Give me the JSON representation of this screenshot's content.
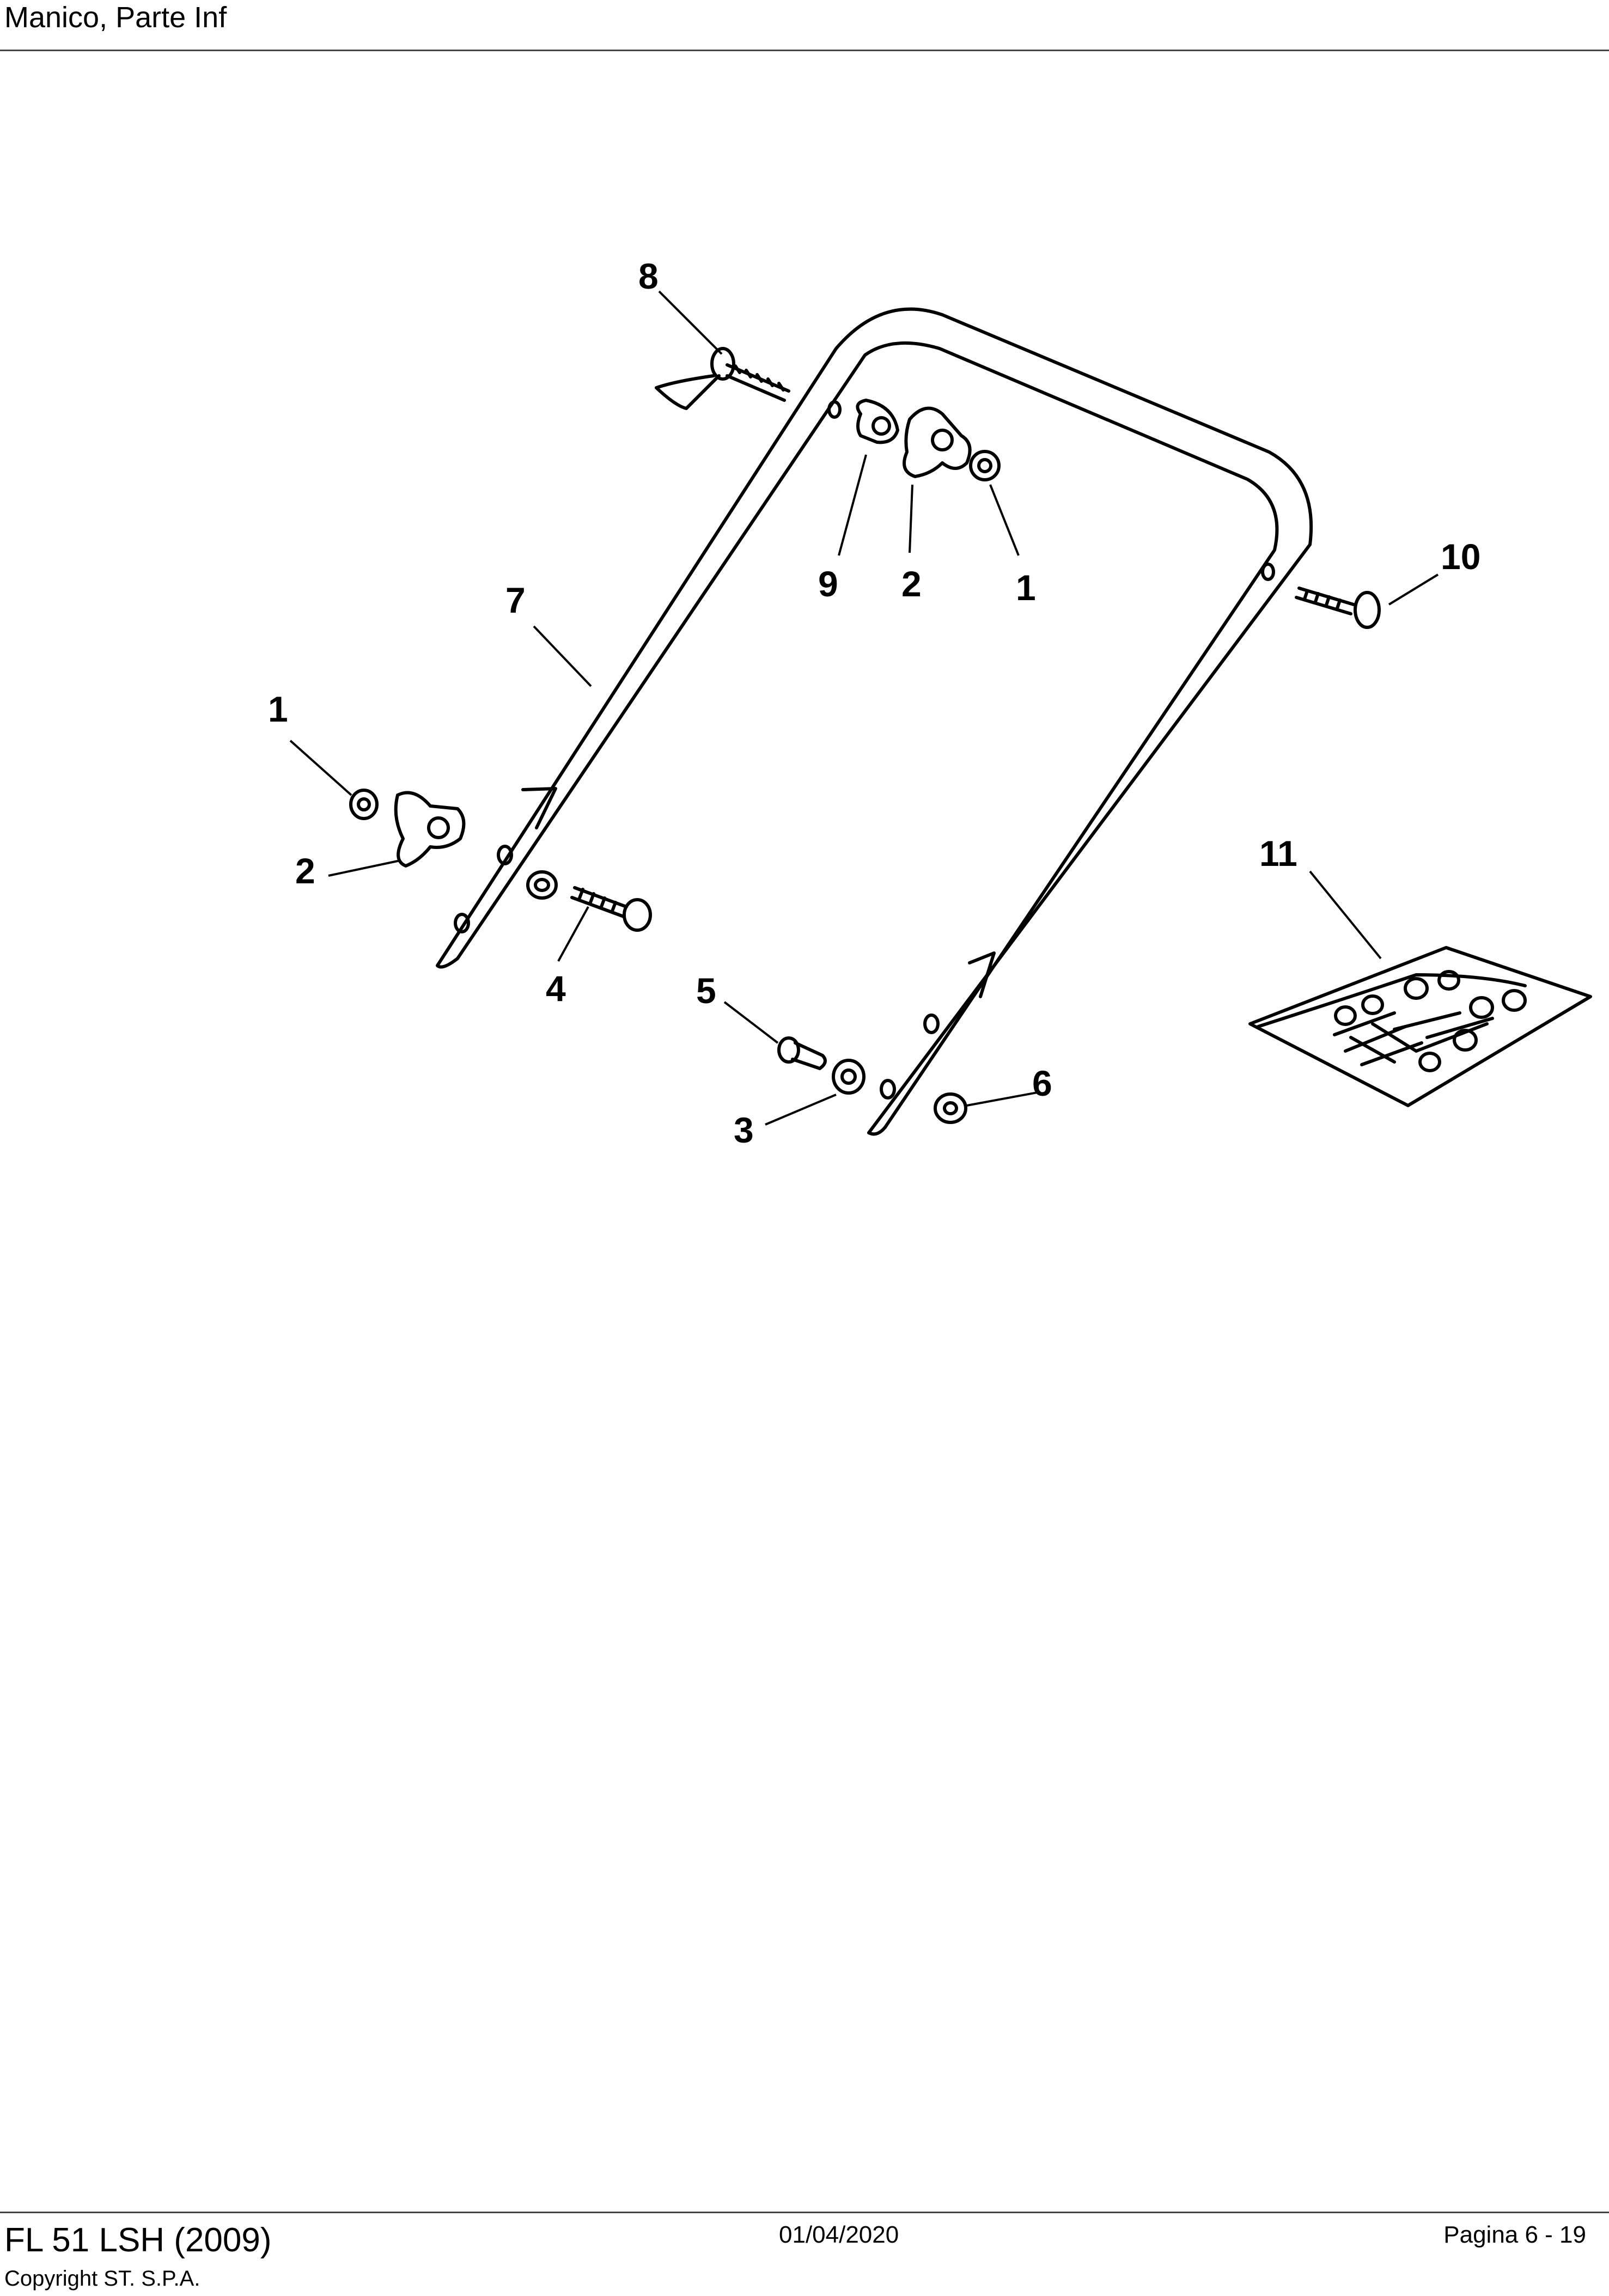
{
  "header": {
    "title": "Manico, Parte Inf"
  },
  "footer": {
    "model": "FL 51 LSH (2009)",
    "copyright": "Copyright ST. S.P.A.",
    "date": "01/04/2020",
    "page": "Pagina 6 - 19"
  },
  "callouts": {
    "c8": "8",
    "c7": "7",
    "c9": "9",
    "c2_top": "2",
    "c1_top": "1",
    "c10": "10",
    "c1_left": "1",
    "c2_left": "2",
    "c4": "4",
    "c11": "11",
    "c5": "5",
    "c6": "6",
    "c3": "3"
  }
}
